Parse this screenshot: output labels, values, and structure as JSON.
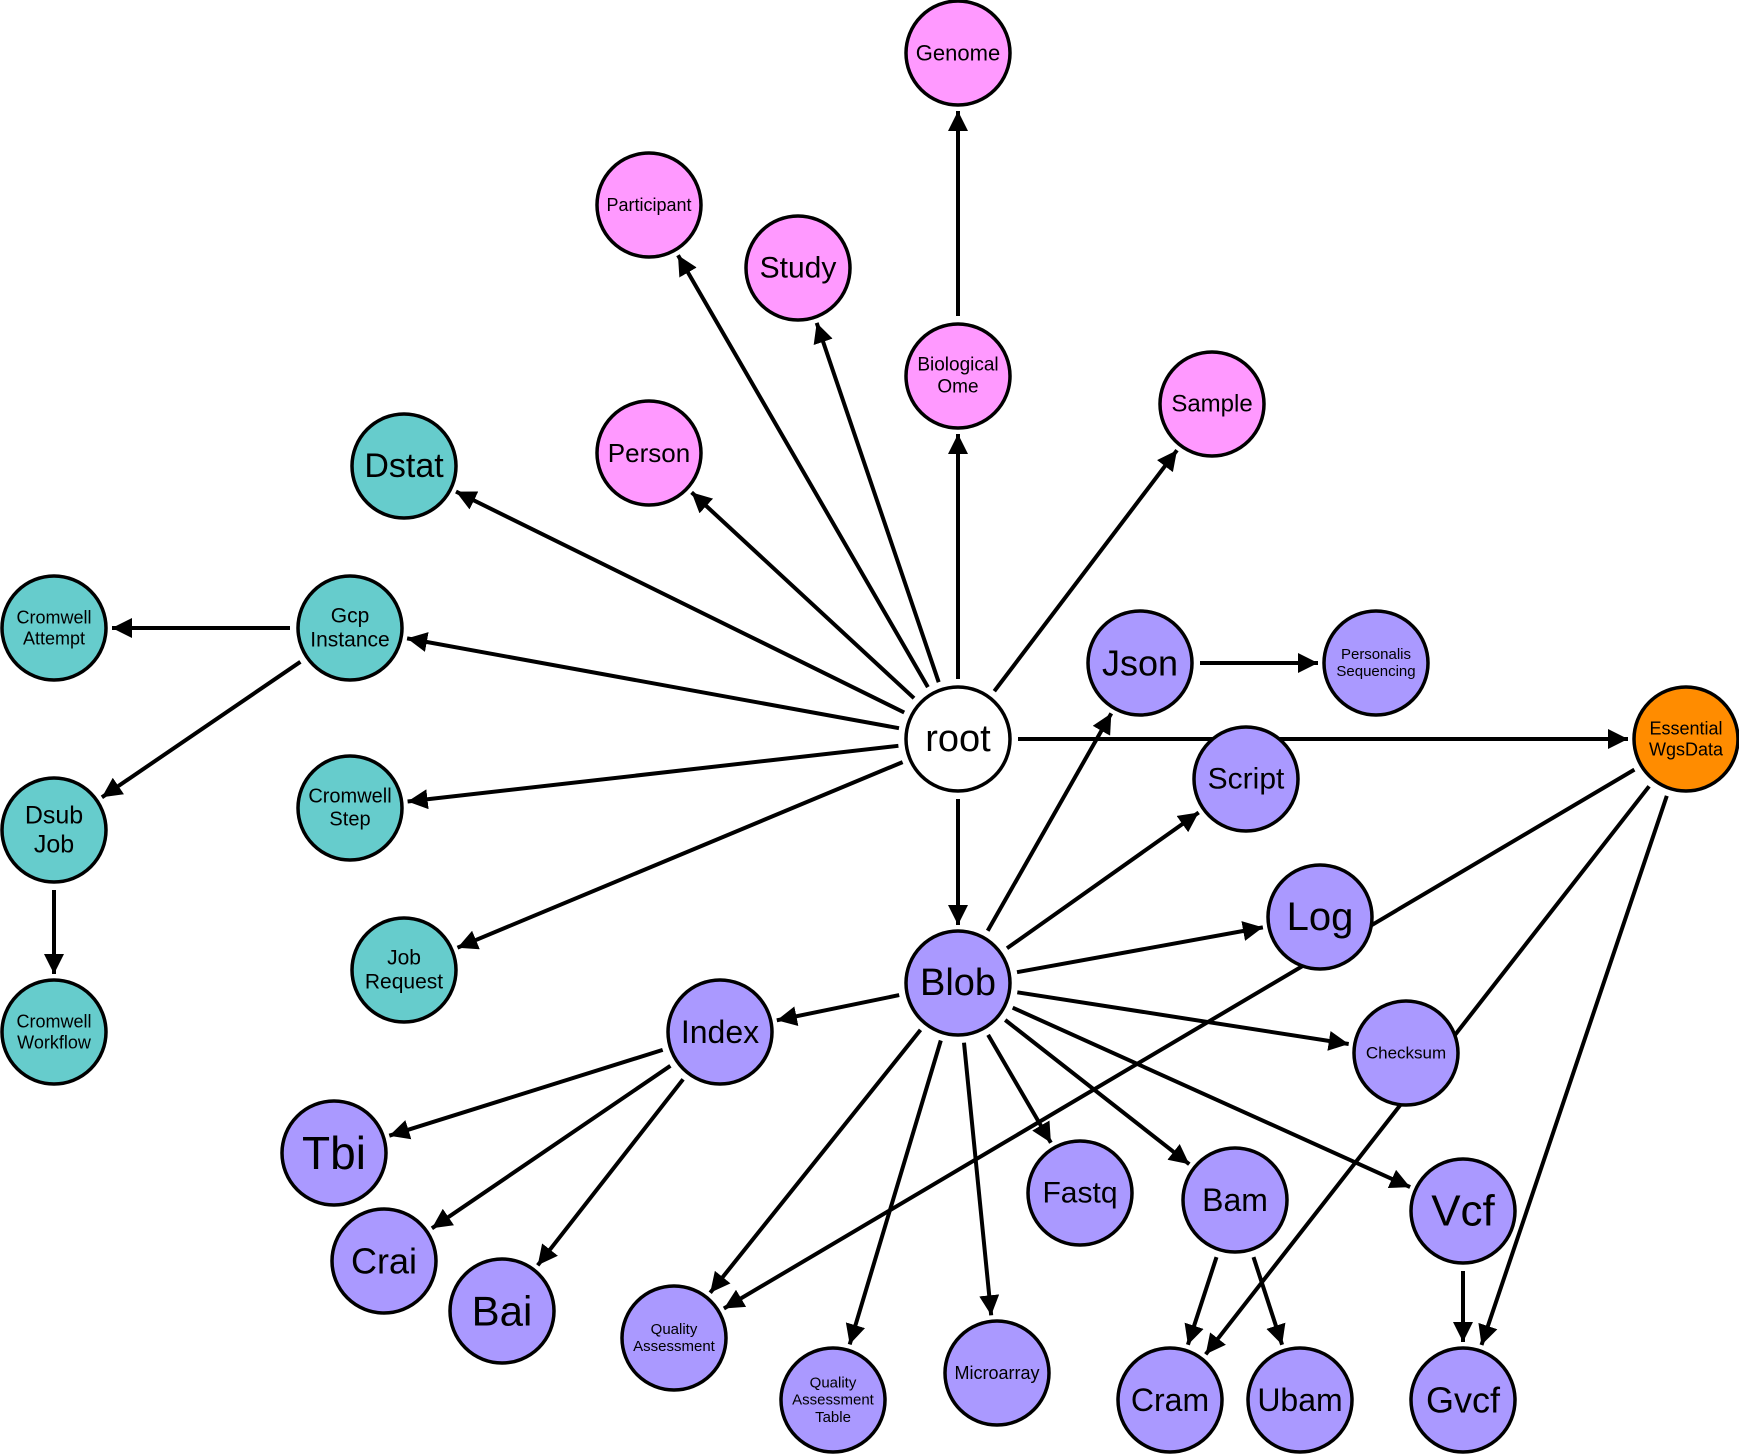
{
  "colors": {
    "pink": "#ff99ff",
    "teal": "#66cccc",
    "purple": "#aa99ff",
    "orange": "#ff8c00",
    "white": "#ffffff",
    "stroke": "#000000"
  },
  "nodes": [
    {
      "id": "root",
      "label": [
        "root"
      ],
      "group": "white"
    },
    {
      "id": "genome",
      "label": [
        "Genome"
      ],
      "group": "pink"
    },
    {
      "id": "participant",
      "label": [
        "Participant"
      ],
      "group": "pink"
    },
    {
      "id": "study",
      "label": [
        "Study"
      ],
      "group": "pink"
    },
    {
      "id": "biological-ome",
      "label": [
        "Biological",
        "Ome"
      ],
      "group": "pink"
    },
    {
      "id": "sample",
      "label": [
        "Sample"
      ],
      "group": "pink"
    },
    {
      "id": "person",
      "label": [
        "Person"
      ],
      "group": "pink"
    },
    {
      "id": "dstat",
      "label": [
        "Dstat"
      ],
      "group": "teal"
    },
    {
      "id": "gcp-instance",
      "label": [
        "Gcp",
        "Instance"
      ],
      "group": "teal"
    },
    {
      "id": "cromwell-attempt",
      "label": [
        "Cromwell",
        "Attempt"
      ],
      "group": "teal"
    },
    {
      "id": "dsub-job",
      "label": [
        "Dsub",
        "Job"
      ],
      "group": "teal"
    },
    {
      "id": "cromwell-workflow",
      "label": [
        "Cromwell",
        "Workflow"
      ],
      "group": "teal"
    },
    {
      "id": "cromwell-step",
      "label": [
        "Cromwell",
        "Step"
      ],
      "group": "teal"
    },
    {
      "id": "job-request",
      "label": [
        "Job",
        "Request"
      ],
      "group": "teal"
    },
    {
      "id": "json",
      "label": [
        "Json"
      ],
      "group": "purple"
    },
    {
      "id": "personalis-sequencing",
      "label": [
        "Personalis",
        "Sequencing"
      ],
      "group": "purple"
    },
    {
      "id": "script",
      "label": [
        "Script"
      ],
      "group": "purple"
    },
    {
      "id": "essential-wgsdata",
      "label": [
        "Essential",
        "WgsData"
      ],
      "group": "orange"
    },
    {
      "id": "log",
      "label": [
        "Log"
      ],
      "group": "purple"
    },
    {
      "id": "blob",
      "label": [
        "Blob"
      ],
      "group": "purple"
    },
    {
      "id": "index",
      "label": [
        "Index"
      ],
      "group": "purple"
    },
    {
      "id": "checksum",
      "label": [
        "Checksum"
      ],
      "group": "purple"
    },
    {
      "id": "tbi",
      "label": [
        "Tbi"
      ],
      "group": "purple"
    },
    {
      "id": "crai",
      "label": [
        "Crai"
      ],
      "group": "purple"
    },
    {
      "id": "bai",
      "label": [
        "Bai"
      ],
      "group": "purple"
    },
    {
      "id": "fastq",
      "label": [
        "Fastq"
      ],
      "group": "purple"
    },
    {
      "id": "bam",
      "label": [
        "Bam"
      ],
      "group": "purple"
    },
    {
      "id": "vcf",
      "label": [
        "Vcf"
      ],
      "group": "purple"
    },
    {
      "id": "quality-assessment",
      "label": [
        "Quality",
        "Assessment"
      ],
      "group": "purple"
    },
    {
      "id": "quality-assessment-table",
      "label": [
        "Quality",
        "Assessment",
        "Table"
      ],
      "group": "purple"
    },
    {
      "id": "microarray",
      "label": [
        "Microarray"
      ],
      "group": "purple"
    },
    {
      "id": "cram",
      "label": [
        "Cram"
      ],
      "group": "purple"
    },
    {
      "id": "ubam",
      "label": [
        "Ubam"
      ],
      "group": "purple"
    },
    {
      "id": "gvcf",
      "label": [
        "Gvcf"
      ],
      "group": "purple"
    }
  ],
  "edges": [
    {
      "from": "root",
      "to": "participant"
    },
    {
      "from": "root",
      "to": "study"
    },
    {
      "from": "root",
      "to": "biological-ome"
    },
    {
      "from": "biological-ome",
      "to": "genome"
    },
    {
      "from": "root",
      "to": "sample"
    },
    {
      "from": "root",
      "to": "person"
    },
    {
      "from": "root",
      "to": "dstat"
    },
    {
      "from": "root",
      "to": "gcp-instance"
    },
    {
      "from": "root",
      "to": "cromwell-step"
    },
    {
      "from": "root",
      "to": "job-request"
    },
    {
      "from": "root",
      "to": "essential-wgsdata"
    },
    {
      "from": "root",
      "to": "blob"
    },
    {
      "from": "gcp-instance",
      "to": "cromwell-attempt"
    },
    {
      "from": "gcp-instance",
      "to": "dsub-job"
    },
    {
      "from": "dsub-job",
      "to": "cromwell-workflow"
    },
    {
      "from": "json",
      "to": "personalis-sequencing"
    },
    {
      "from": "blob",
      "to": "json"
    },
    {
      "from": "blob",
      "to": "script"
    },
    {
      "from": "blob",
      "to": "log"
    },
    {
      "from": "blob",
      "to": "index"
    },
    {
      "from": "blob",
      "to": "checksum"
    },
    {
      "from": "blob",
      "to": "fastq"
    },
    {
      "from": "blob",
      "to": "bam"
    },
    {
      "from": "blob",
      "to": "vcf"
    },
    {
      "from": "blob",
      "to": "quality-assessment"
    },
    {
      "from": "blob",
      "to": "quality-assessment-table"
    },
    {
      "from": "blob",
      "to": "microarray"
    },
    {
      "from": "index",
      "to": "tbi"
    },
    {
      "from": "index",
      "to": "crai"
    },
    {
      "from": "index",
      "to": "bai"
    },
    {
      "from": "bam",
      "to": "cram"
    },
    {
      "from": "bam",
      "to": "ubam"
    },
    {
      "from": "vcf",
      "to": "gvcf"
    },
    {
      "from": "essential-wgsdata",
      "to": "quality-assessment"
    },
    {
      "from": "essential-wgsdata",
      "to": "cram"
    },
    {
      "from": "essential-wgsdata",
      "to": "gvcf"
    }
  ]
}
